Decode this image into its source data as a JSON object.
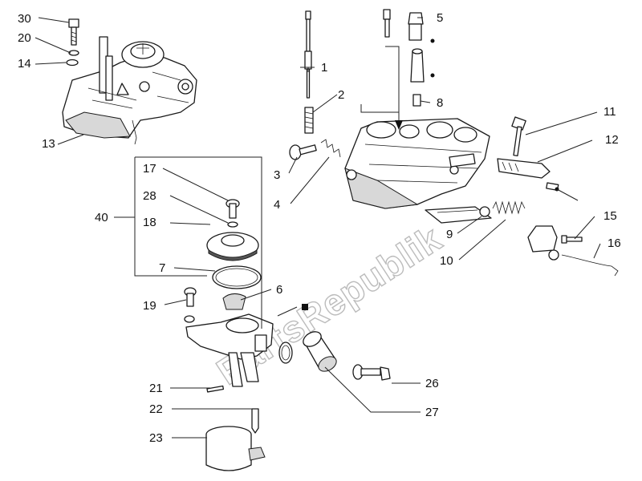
{
  "watermark": "PartsRepublik",
  "callouts": [
    {
      "id": "c1",
      "text": "1"
    },
    {
      "id": "c2",
      "text": "2"
    },
    {
      "id": "c3",
      "text": "3"
    },
    {
      "id": "c4",
      "text": "4"
    },
    {
      "id": "c5",
      "text": "5"
    },
    {
      "id": "c6",
      "text": "6"
    },
    {
      "id": "c7",
      "text": "7"
    },
    {
      "id": "c8",
      "text": "8"
    },
    {
      "id": "c9",
      "text": "9"
    },
    {
      "id": "c10",
      "text": "10"
    },
    {
      "id": "c11",
      "text": "11"
    },
    {
      "id": "c12",
      "text": "12"
    },
    {
      "id": "c13",
      "text": "13"
    },
    {
      "id": "c14",
      "text": "14"
    },
    {
      "id": "c15",
      "text": "15"
    },
    {
      "id": "c16",
      "text": "16"
    },
    {
      "id": "c17",
      "text": "17"
    },
    {
      "id": "c18",
      "text": "18"
    },
    {
      "id": "c19",
      "text": "19"
    },
    {
      "id": "c20",
      "text": "20"
    },
    {
      "id": "c21",
      "text": "21"
    },
    {
      "id": "c22",
      "text": "22"
    },
    {
      "id": "c23",
      "text": "23"
    },
    {
      "id": "c26",
      "text": "26"
    },
    {
      "id": "c27",
      "text": "27"
    },
    {
      "id": "c28",
      "text": "28"
    },
    {
      "id": "c30",
      "text": "30"
    },
    {
      "id": "c40",
      "text": "40"
    }
  ]
}
